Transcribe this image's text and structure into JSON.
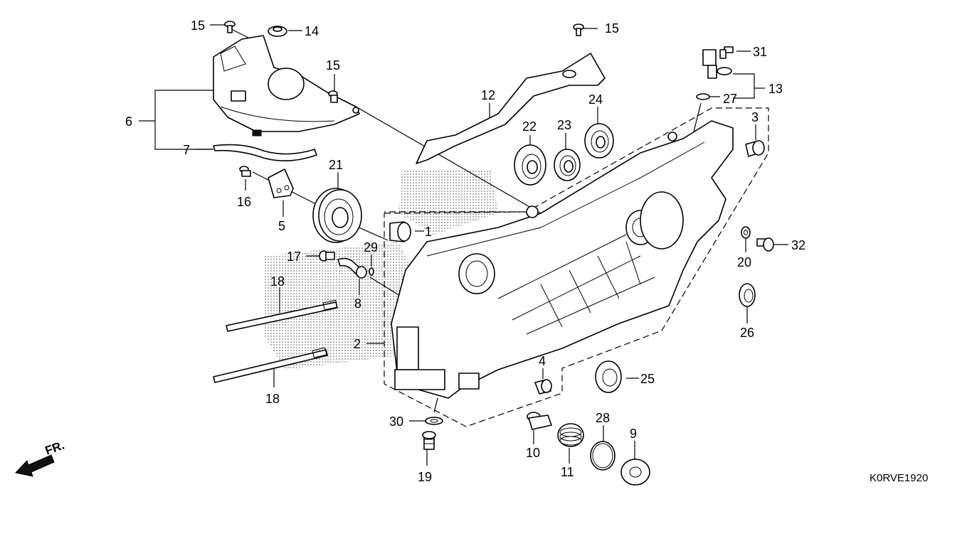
{
  "diagram": {
    "reference_code": "K0RVE1920",
    "front_indicator": "FR.",
    "callouts": [
      {
        "id": "c1",
        "label": "1"
      },
      {
        "id": "c2",
        "label": "2"
      },
      {
        "id": "c3",
        "label": "3"
      },
      {
        "id": "c4",
        "label": "4"
      },
      {
        "id": "c5",
        "label": "5"
      },
      {
        "id": "c6",
        "label": "6"
      },
      {
        "id": "c7",
        "label": "7"
      },
      {
        "id": "c8",
        "label": "8"
      },
      {
        "id": "c9",
        "label": "9"
      },
      {
        "id": "c10",
        "label": "10"
      },
      {
        "id": "c11",
        "label": "11"
      },
      {
        "id": "c12",
        "label": "12"
      },
      {
        "id": "c13",
        "label": "13"
      },
      {
        "id": "c14",
        "label": "14"
      },
      {
        "id": "c15a",
        "label": "15"
      },
      {
        "id": "c15b",
        "label": "15"
      },
      {
        "id": "c15c",
        "label": "15"
      },
      {
        "id": "c16",
        "label": "16"
      },
      {
        "id": "c17",
        "label": "17"
      },
      {
        "id": "c18a",
        "label": "18"
      },
      {
        "id": "c18b",
        "label": "18"
      },
      {
        "id": "c19",
        "label": "19"
      },
      {
        "id": "c20",
        "label": "20"
      },
      {
        "id": "c21",
        "label": "21"
      },
      {
        "id": "c22",
        "label": "22"
      },
      {
        "id": "c23",
        "label": "23"
      },
      {
        "id": "c24",
        "label": "24"
      },
      {
        "id": "c25",
        "label": "25"
      },
      {
        "id": "c26",
        "label": "26"
      },
      {
        "id": "c27",
        "label": "27"
      },
      {
        "id": "c28",
        "label": "28"
      },
      {
        "id": "c29",
        "label": "29"
      },
      {
        "id": "c30",
        "label": "30"
      },
      {
        "id": "c31",
        "label": "31"
      },
      {
        "id": "c32",
        "label": "32"
      }
    ]
  }
}
